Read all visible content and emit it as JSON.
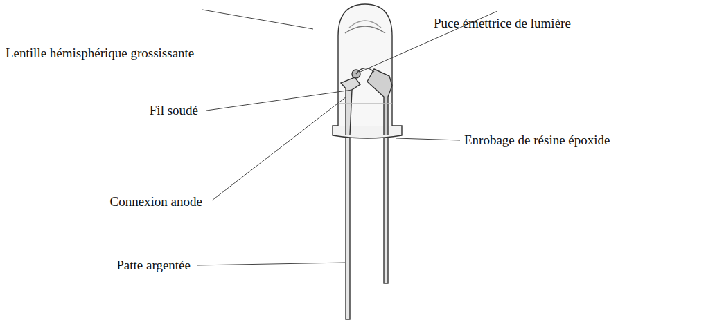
{
  "diagram": {
    "labels": [
      "Puce émettrice de lumière",
      "Lentille hémisphérique grossissante",
      "Fil soudé",
      "Enrobage de résine époxide",
      "Connexion anode",
      "Patte argentée"
    ]
  }
}
